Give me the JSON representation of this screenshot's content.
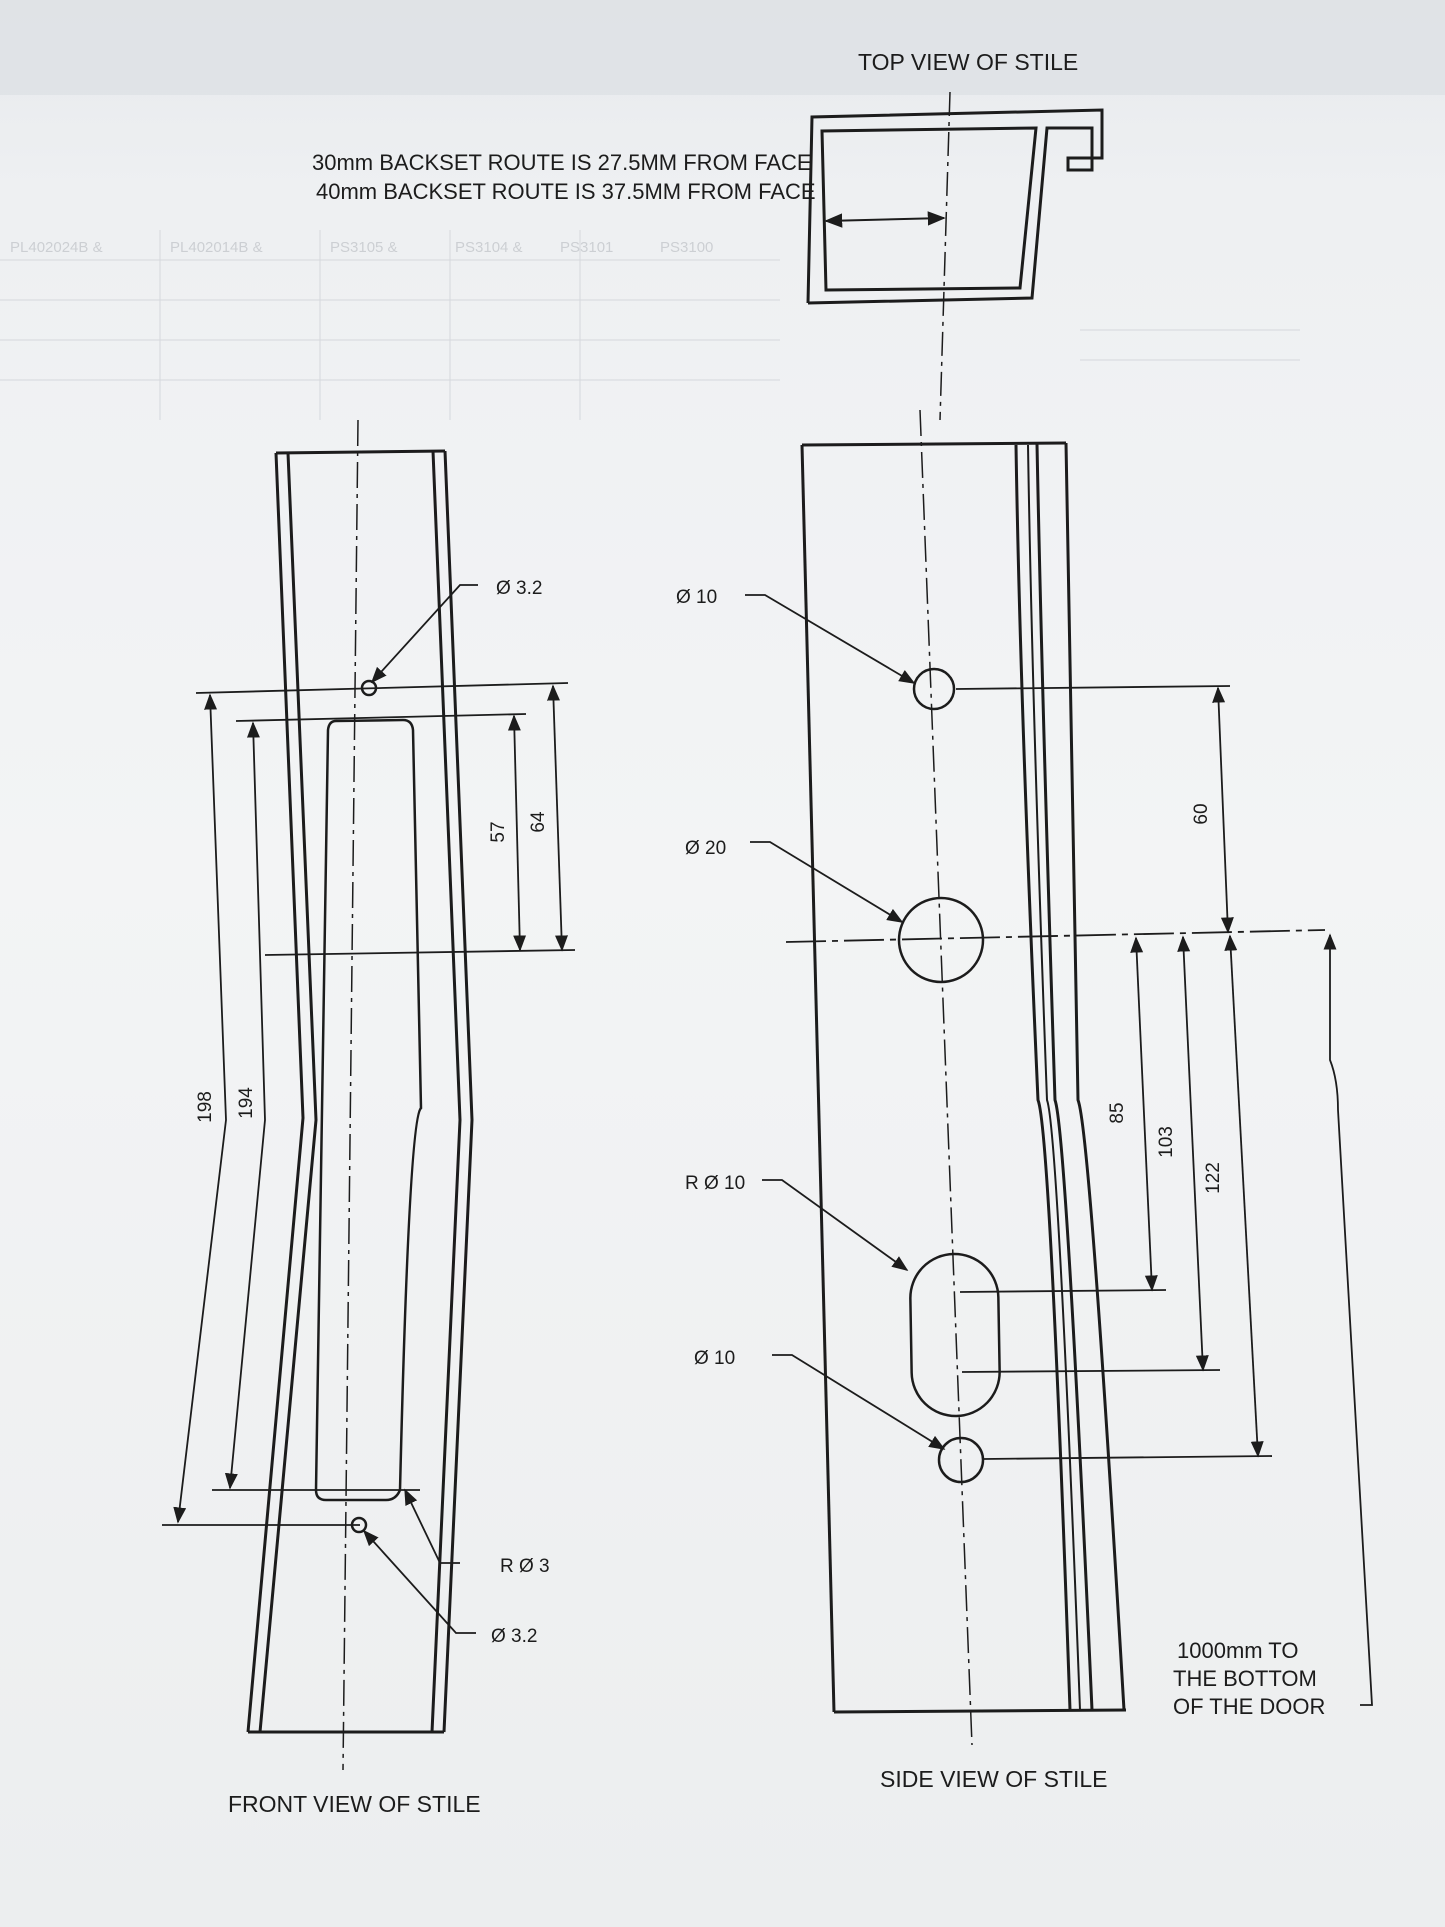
{
  "notes": {
    "backset_30": "30mm BACKSET ROUTE IS 27.5MM FROM FACE",
    "backset_40": "40mm BACKSET ROUTE IS 37.5MM FROM FACE",
    "bottom_note_line1": "1000mm TO",
    "bottom_note_line2": "THE BOTTOM",
    "bottom_note_line3": "OF THE DOOR"
  },
  "views": {
    "top": "TOP VIEW OF STILE",
    "front": "FRONT VIEW OF STILE",
    "side": "SIDE VIEW OF STILE"
  },
  "front_callouts": {
    "hole_top": "Ø 3.2",
    "hole_bottom": "Ø 3.2",
    "corner_radius": "R Ø 3"
  },
  "front_dims": {
    "d57": "57",
    "d64": "64",
    "d198": "198",
    "d194": "194"
  },
  "side_callouts": {
    "hole_upper": "Ø 10",
    "hole_main": "Ø 20",
    "slot": "R Ø 10",
    "hole_lower": "Ø 10"
  },
  "side_dims": {
    "d60": "60",
    "d85": "85",
    "d103": "103",
    "d122": "122"
  },
  "ghost_codes": [
    "PS3100",
    "PS3101",
    "PS3104 &",
    "PS3105 &",
    "PL402014B &",
    "PL402024B &"
  ]
}
